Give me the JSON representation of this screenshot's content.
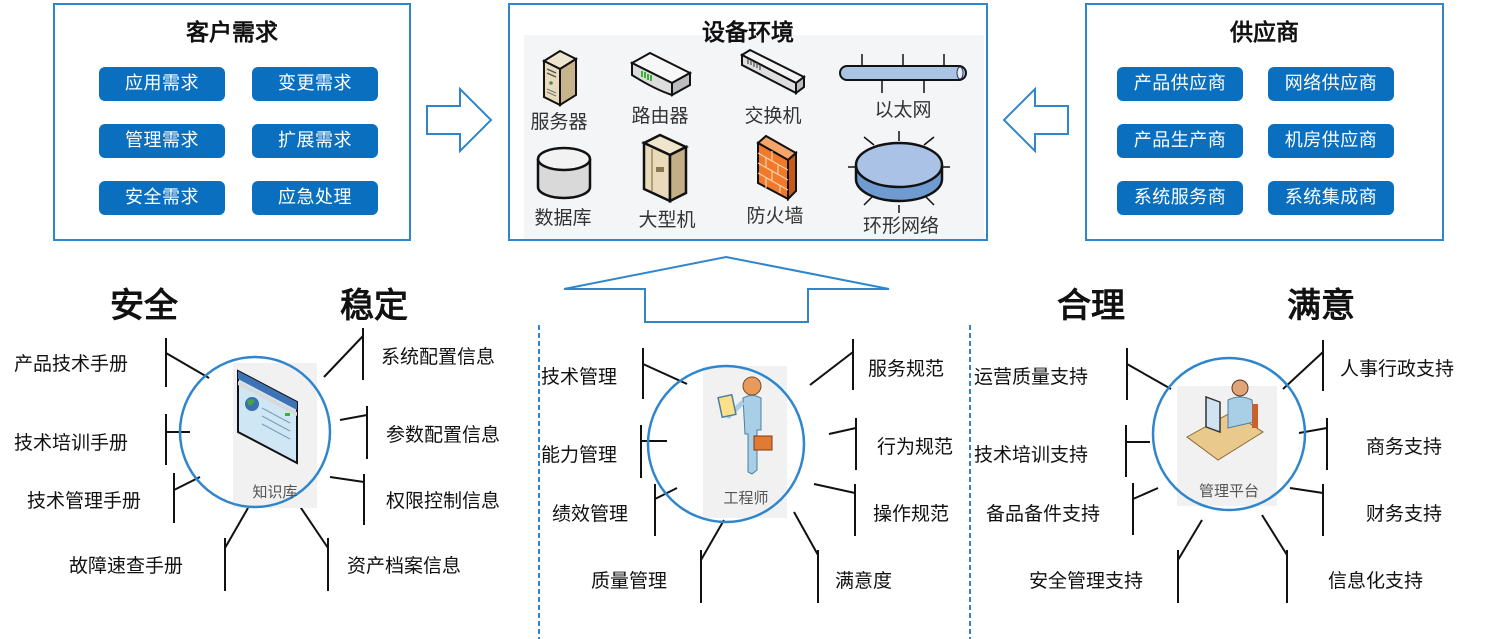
{
  "customer": {
    "title": "客户需求",
    "items": [
      "应用需求",
      "变更需求",
      "管理需求",
      "扩展需求",
      "安全需求",
      "应急处理"
    ]
  },
  "devices": {
    "title": "设备环境",
    "items": [
      {
        "label": "服务器",
        "icon": "server-icon"
      },
      {
        "label": "路由器",
        "icon": "router-icon"
      },
      {
        "label": "交换机",
        "icon": "switch-icon"
      },
      {
        "label": "以太网",
        "icon": "ethernet-icon"
      },
      {
        "label": "数据库",
        "icon": "database-icon"
      },
      {
        "label": "大型机",
        "icon": "mainframe-icon"
      },
      {
        "label": "防火墙",
        "icon": "firewall-icon"
      },
      {
        "label": "环形网络",
        "icon": "ring-network-icon"
      }
    ]
  },
  "suppliers": {
    "title": "供应商",
    "items": [
      "产品供应商",
      "网络供应商",
      "产品生产商",
      "机房供应商",
      "系统服务商",
      "系统集成商"
    ]
  },
  "headings": [
    "安全",
    "稳定",
    "合理",
    "满意"
  ],
  "knowledge": {
    "center": "知识库",
    "left": [
      "产品技术手册",
      "技术培训手册",
      "技术管理手册",
      "故障速查手册"
    ],
    "right": [
      "系统配置信息",
      "参数配置信息",
      "权限控制信息",
      "资产档案信息"
    ]
  },
  "engineer": {
    "center": "工程师",
    "left": [
      "技术管理",
      "能力管理",
      "绩效管理",
      "质量管理"
    ],
    "right": [
      "服务规范",
      "行为规范",
      "操作规范",
      "满意度"
    ]
  },
  "platform": {
    "center": "管理平台",
    "left": [
      "运营质量支持",
      "技术培训支持",
      "备品备件支持",
      "安全管理支持"
    ],
    "right": [
      "人事行政支持",
      "商务支持",
      "财务支持",
      "信息化支持"
    ]
  },
  "colors": {
    "accent": "#0a6fbf",
    "border": "#2f86cc",
    "line": "#111111"
  }
}
